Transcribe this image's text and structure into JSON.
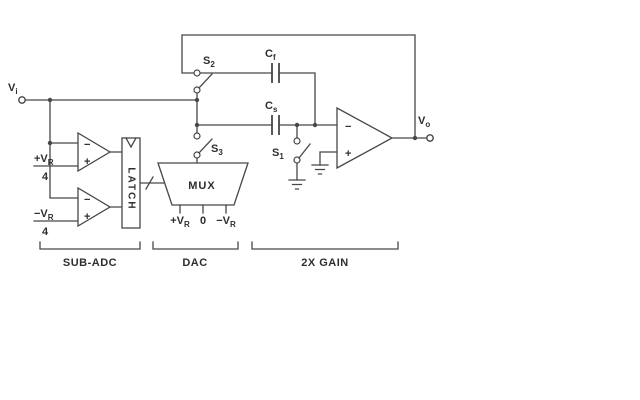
{
  "colors": {
    "wire": "#474747",
    "text": "#2e2e2e",
    "bg": "#ffffff"
  },
  "labels": {
    "vi": {
      "base": "V",
      "sub": "i"
    },
    "vo": {
      "base": "V",
      "sub": "o"
    },
    "s1": {
      "base": "S",
      "sub": "1"
    },
    "s2": {
      "base": "S",
      "sub": "2"
    },
    "s3": {
      "base": "S",
      "sub": "3"
    },
    "cf": {
      "base": "C",
      "sub": "f"
    },
    "cs": {
      "base": "C",
      "sub": "s"
    }
  },
  "subadc": {
    "comp1": {
      "neg": "−",
      "pos": "+",
      "ref_base": "+V",
      "ref_sub": "R",
      "ref_den": "4"
    },
    "comp2": {
      "neg": "−",
      "pos": "+",
      "ref_base": "−V",
      "ref_sub": "R",
      "ref_den": "4"
    },
    "latch_label": "LATCH"
  },
  "dac": {
    "mux_label": "MUX",
    "inputs": [
      {
        "base": "+V",
        "sub": "R"
      },
      {
        "base": "0",
        "sub": ""
      },
      {
        "base": "−V",
        "sub": "R"
      }
    ]
  },
  "opamp": {
    "neg": "−",
    "pos": "+"
  },
  "sections": [
    {
      "label": "SUB-ADC"
    },
    {
      "label": "DAC"
    },
    {
      "label": "2X GAIN"
    }
  ]
}
